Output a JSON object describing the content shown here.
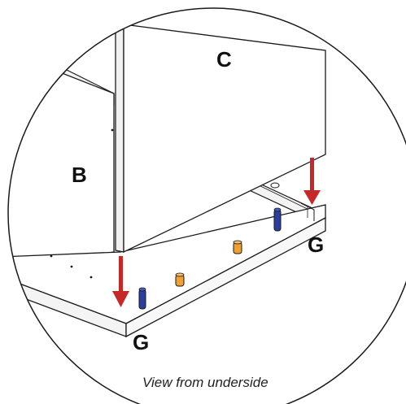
{
  "labels": {
    "panel_c": "C",
    "panel_b": "B",
    "slot_left": "G",
    "slot_right": "G"
  },
  "caption": "View from underside",
  "colors": {
    "arrow": "#c62828",
    "dowel_blue": "#2c3e9e",
    "dowel_orange": "#f0a030",
    "outline": "#1a1a1a"
  }
}
